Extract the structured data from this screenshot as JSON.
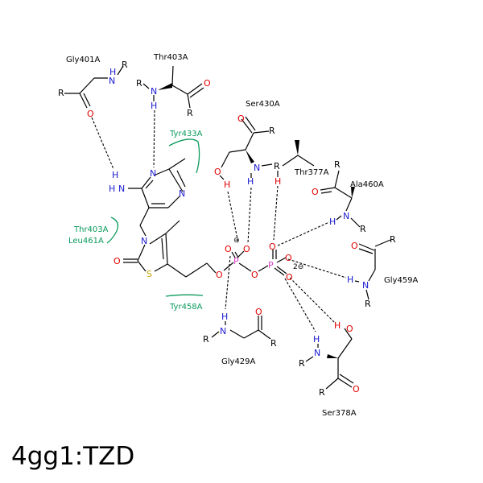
{
  "caption": "4gg1:TZD",
  "residues": {
    "gly401": "Gly401A",
    "thr403_top": "Thr403A",
    "ser430": "Ser430A",
    "tyr433": "Tyr433A",
    "thr377": "Thr377A",
    "ala460": "Ala460A",
    "thr403_hydro": "Thr403A",
    "leu461": "Leu461A",
    "gly459": "Gly459A",
    "tyr458": "Tyr458A",
    "gly429": "Gly429A",
    "ser378": "Ser378A"
  },
  "atoms": {
    "N": "N",
    "H": "H",
    "O": "O",
    "P": "P",
    "S": "S",
    "R": "R"
  },
  "charges": {
    "minus": "⊖",
    "dianion": "2⊖"
  },
  "colors": {
    "nitrogen": "#1a1ad0",
    "oxygen": "#e00000",
    "phosphorus": "#e040c8",
    "sulfur": "#c8a400",
    "hydrophobic": "#0a9a5c"
  }
}
